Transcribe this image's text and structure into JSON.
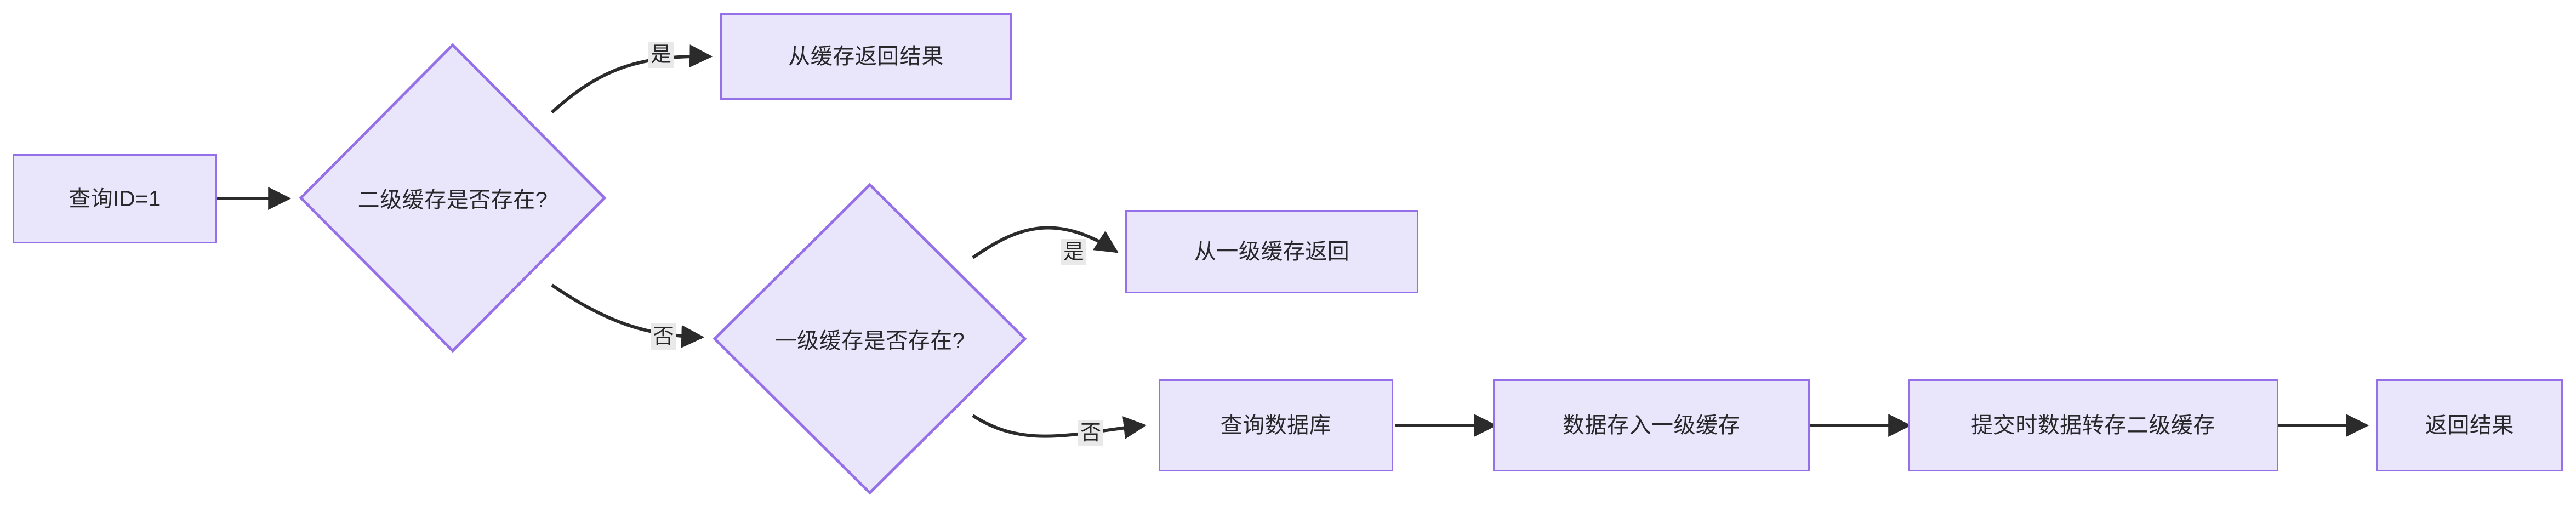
{
  "diagram": {
    "type": "flowchart",
    "direction": "left-to-right",
    "title": "",
    "colors": {
      "node_fill": "#e9e5fb",
      "node_border": "#9670e8",
      "node_text": "#28282b",
      "edge_stroke": "#1f1f1f",
      "edge_label_bg": "#e9e9e9",
      "background": "#ffffff"
    },
    "nodes": [
      {
        "id": "start",
        "shape": "rectangle",
        "label": "查询ID=1"
      },
      {
        "id": "l2check",
        "shape": "diamond",
        "label": "二级缓存是否存在?"
      },
      {
        "id": "fromcache",
        "shape": "rectangle",
        "label": "从缓存返回结果"
      },
      {
        "id": "l1check",
        "shape": "diamond",
        "label": "一级缓存是否存在?"
      },
      {
        "id": "froml1",
        "shape": "rectangle",
        "label": "从一级缓存返回"
      },
      {
        "id": "querydb",
        "shape": "rectangle",
        "label": "查询数据库"
      },
      {
        "id": "storel1",
        "shape": "rectangle",
        "label": "数据存入一级缓存"
      },
      {
        "id": "commitl2",
        "shape": "rectangle",
        "label": "提交时数据转存二级缓存"
      },
      {
        "id": "result",
        "shape": "rectangle",
        "label": "返回结果"
      }
    ],
    "edges": [
      {
        "from": "start",
        "to": "l2check",
        "label": ""
      },
      {
        "from": "l2check",
        "to": "fromcache",
        "label": "是"
      },
      {
        "from": "l2check",
        "to": "l1check",
        "label": "否"
      },
      {
        "from": "l1check",
        "to": "froml1",
        "label": "是"
      },
      {
        "from": "l1check",
        "to": "querydb",
        "label": "否"
      },
      {
        "from": "querydb",
        "to": "storel1",
        "label": ""
      },
      {
        "from": "storel1",
        "to": "commitl2",
        "label": ""
      },
      {
        "from": "commitl2",
        "to": "result",
        "label": ""
      }
    ],
    "edge_labels": [
      {
        "id": "yes-l2",
        "text": "是"
      },
      {
        "id": "no-l2",
        "text": "否"
      },
      {
        "id": "yes-l1",
        "text": "是"
      },
      {
        "id": "no-l1",
        "text": "否"
      }
    ]
  }
}
